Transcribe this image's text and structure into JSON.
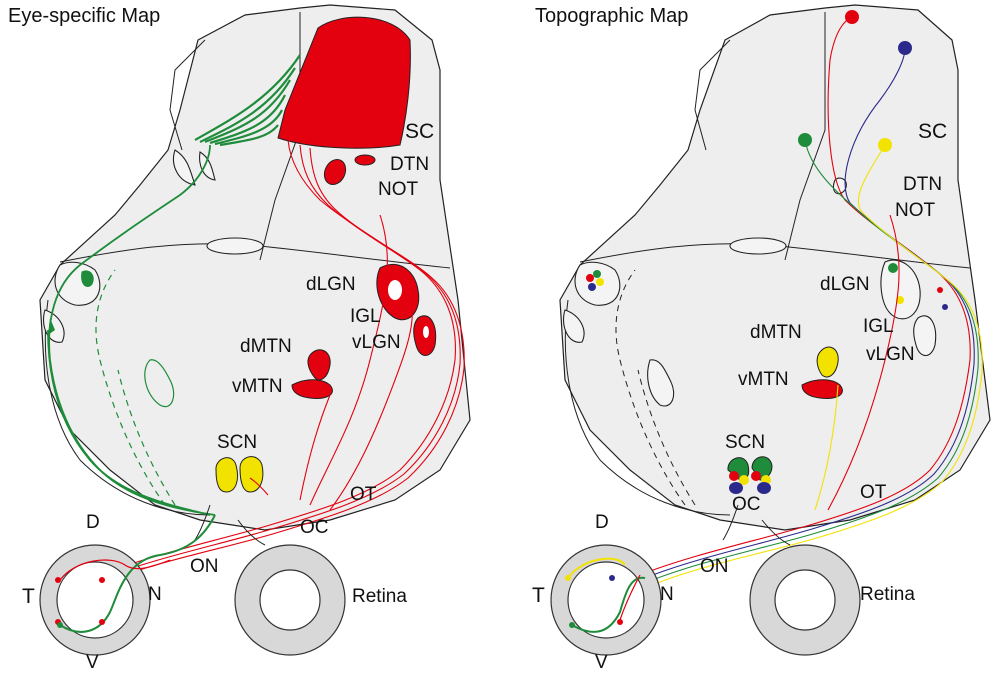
{
  "panels": {
    "left": {
      "title": "Eye-specific Map",
      "labels": {
        "sc": "SC",
        "dtn": "DTN",
        "not": "NOT",
        "dlgn": "dLGN",
        "igl": "IGL",
        "dmtn": "dMTN",
        "vlgn": "vLGN",
        "vmtn": "vMTN",
        "scn": "SCN",
        "ot": "OT",
        "oc": "OC",
        "on": "ON",
        "retina": "Retina",
        "d": "D",
        "t": "T",
        "n": "N",
        "v": "V"
      }
    },
    "right": {
      "title": "Topographic Map",
      "labels": {
        "sc": "SC",
        "dtn": "DTN",
        "not": "NOT",
        "dlgn": "dLGN",
        "igl": "IGL",
        "dmtn": "dMTN",
        "vlgn": "vLGN",
        "vmtn": "vMTN",
        "scn": "SCN",
        "ot": "OT",
        "oc": "OC",
        "on": "ON",
        "retina": "Retina",
        "d": "D",
        "t": "T",
        "n": "N",
        "v": "V"
      }
    }
  },
  "colors": {
    "contralateral": "#e3000f",
    "ipsilateral": "#1e8c3a",
    "scn": "#f2e200",
    "blue": "#2b2a8c",
    "yellow": "#f2e200",
    "outline": "#222222",
    "brain_fill": "#eeeeee",
    "retina_fill": "#d8d8d8"
  }
}
